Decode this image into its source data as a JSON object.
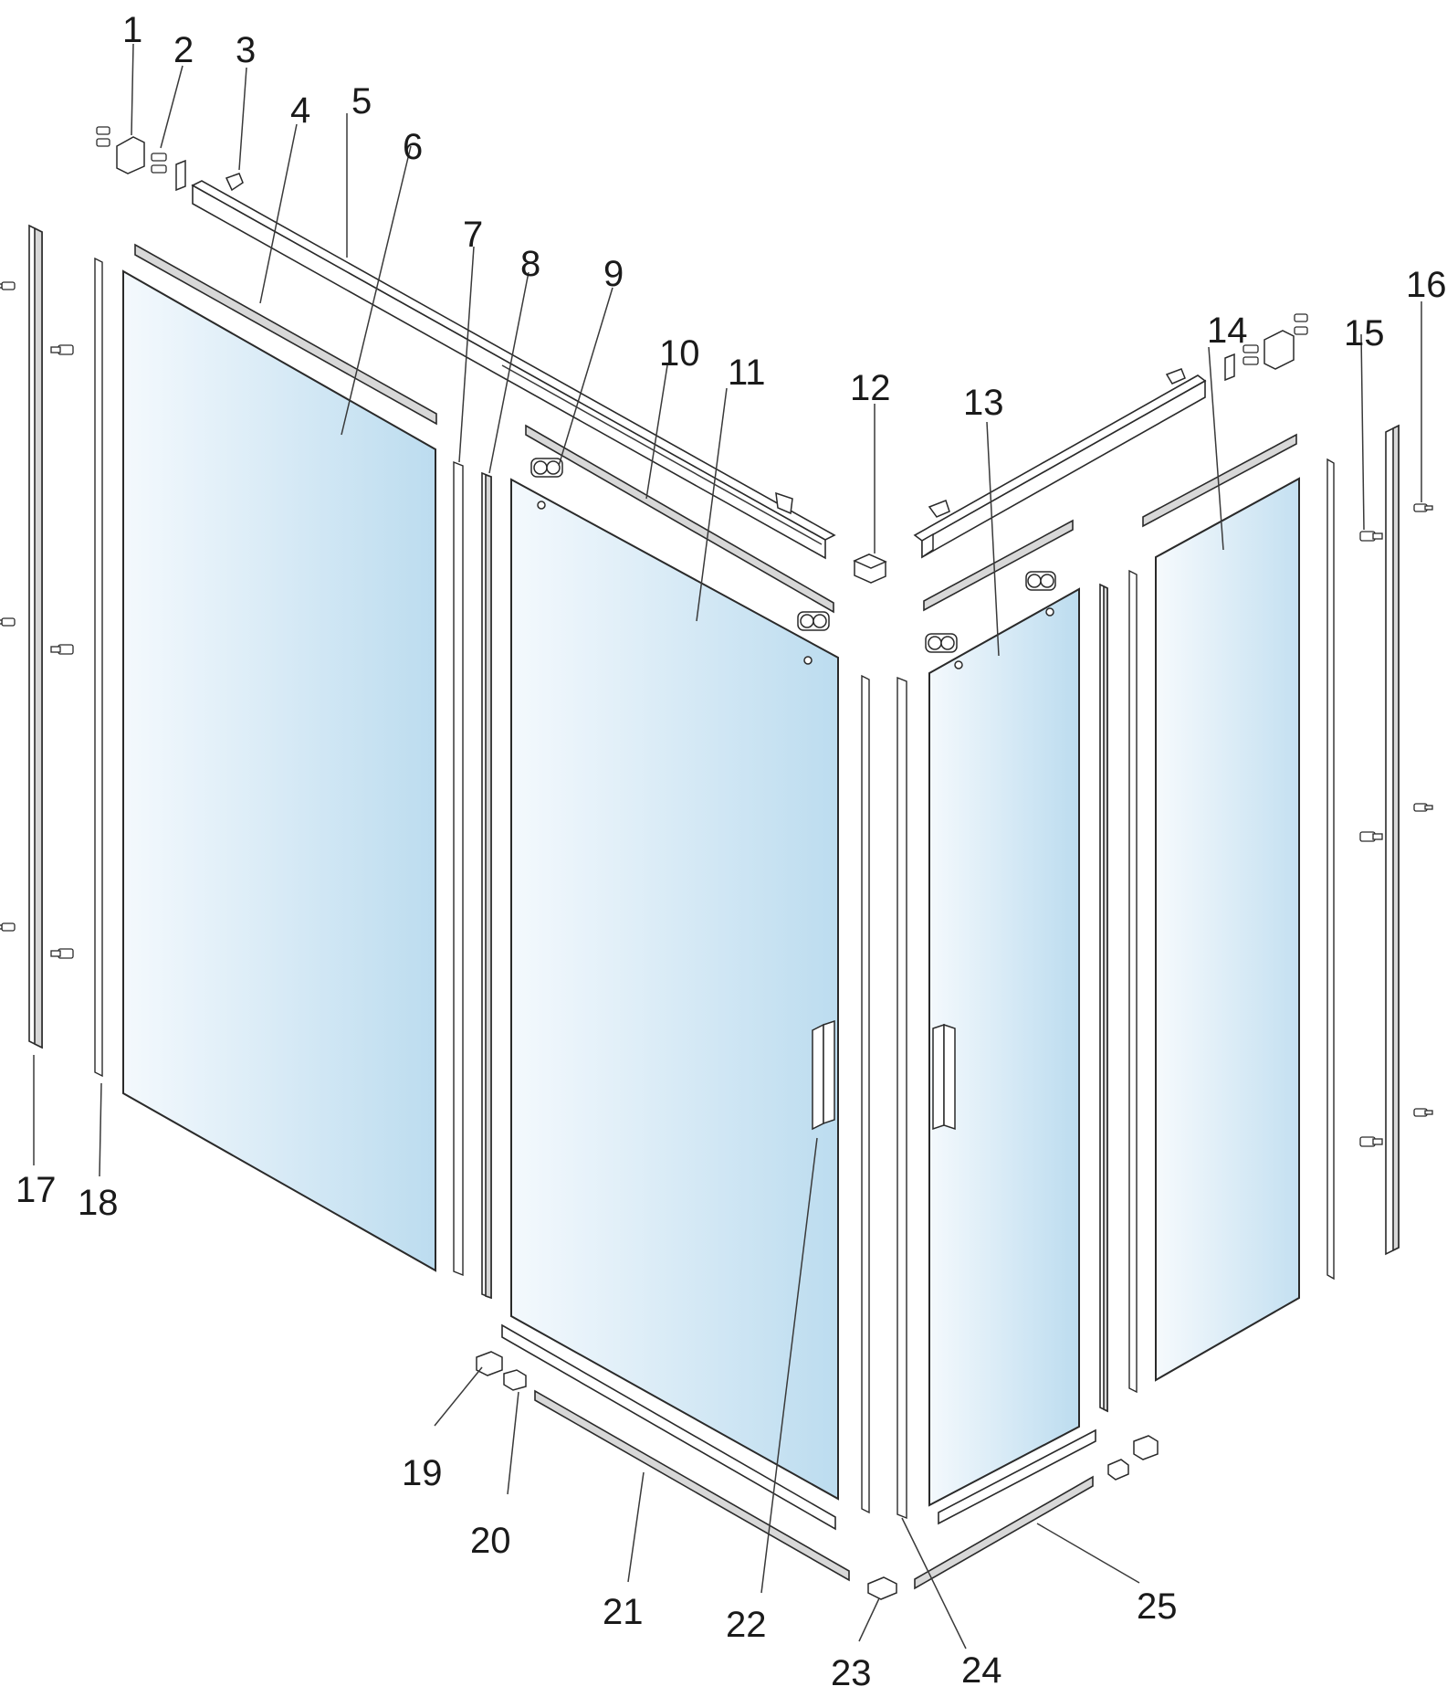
{
  "diagram": {
    "type": "exploded-assembly",
    "glass_color_start": "#f4f9fd",
    "glass_color_end": "#bcdcef",
    "line_color": "#2a2a2a",
    "callouts": [
      "1",
      "2",
      "3",
      "4",
      "5",
      "6",
      "7",
      "8",
      "9",
      "10",
      "11",
      "12",
      "13",
      "14",
      "15",
      "16",
      "17",
      "18",
      "19",
      "20",
      "21",
      "22",
      "23",
      "24",
      "25"
    ]
  }
}
